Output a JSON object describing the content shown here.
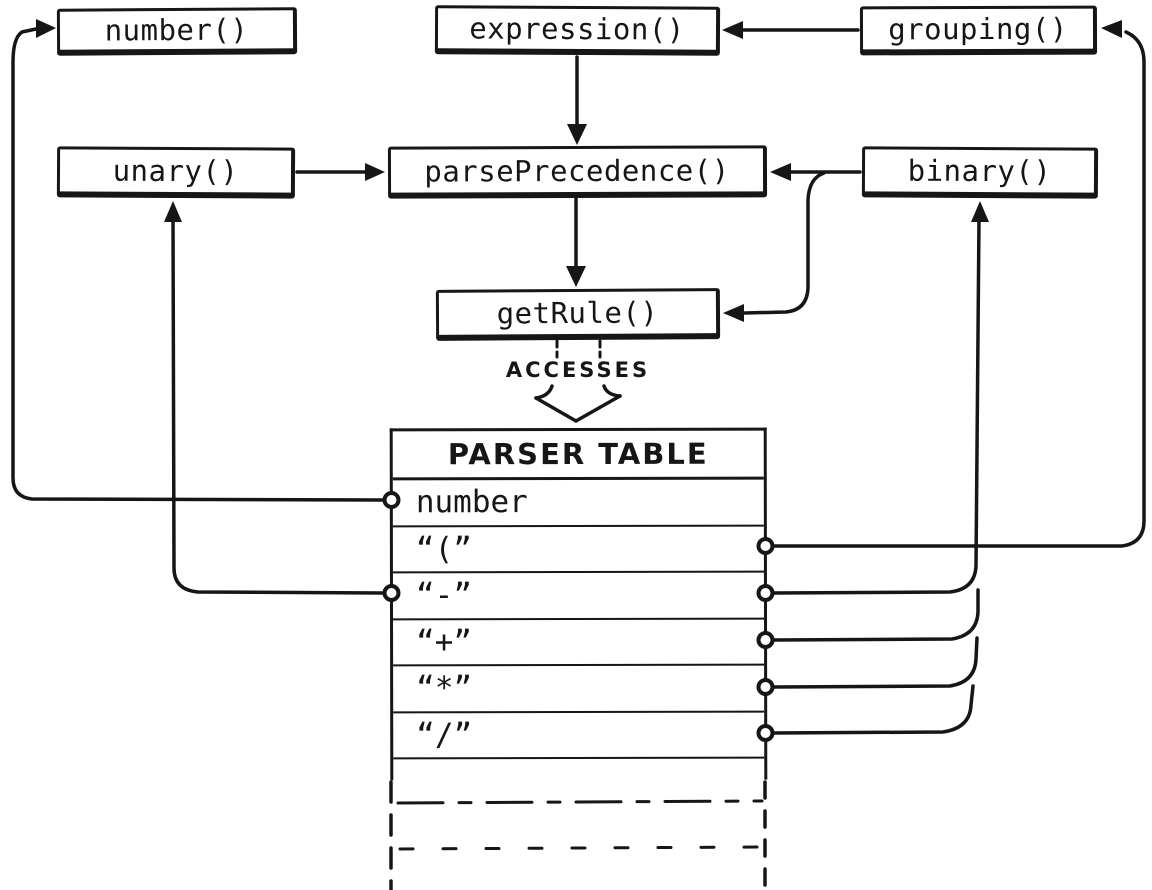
{
  "colors": {
    "ink": "#161616",
    "paper": "#ffffff"
  },
  "nodes": {
    "number": "number()",
    "expression": "expression()",
    "grouping": "grouping()",
    "unary": "unary()",
    "parse_precedence": "parsePrecedence()",
    "binary": "binary()",
    "get_rule": "getRule()"
  },
  "accesses": "ACCESSES",
  "table": {
    "title": "PARSER TABLE",
    "rows": [
      {
        "label": "number",
        "left_link": "number()",
        "right_link": null
      },
      {
        "label": "“(”",
        "left_link": null,
        "right_link": "grouping()"
      },
      {
        "label": "“-”",
        "left_link": "unary()",
        "right_link": "binary()"
      },
      {
        "label": "“+”",
        "left_link": null,
        "right_link": "binary()"
      },
      {
        "label": "“*”",
        "left_link": null,
        "right_link": "binary()"
      },
      {
        "label": "“/”",
        "left_link": null,
        "right_link": "binary()"
      }
    ]
  },
  "edges": [
    {
      "from": "grouping()",
      "to": "expression()"
    },
    {
      "from": "expression()",
      "to": "parsePrecedence()"
    },
    {
      "from": "unary()",
      "to": "parsePrecedence()"
    },
    {
      "from": "binary()",
      "to": "parsePrecedence()"
    },
    {
      "from": "binary()",
      "to": "getRule()"
    },
    {
      "from": "parsePrecedence()",
      "to": "getRule()"
    },
    {
      "from": "getRule()",
      "to": "PARSER TABLE",
      "label": "ACCESSES"
    },
    {
      "from": "PARSER TABLE number",
      "to": "number()"
    },
    {
      "from": "PARSER TABLE “(”",
      "to": "grouping()"
    },
    {
      "from": "PARSER TABLE “-”",
      "to": "unary()"
    },
    {
      "from": "PARSER TABLE “-”",
      "to": "binary()"
    },
    {
      "from": "PARSER TABLE “+”",
      "to": "binary()"
    },
    {
      "from": "PARSER TABLE “*”",
      "to": "binary()"
    },
    {
      "from": "PARSER TABLE “/”",
      "to": "binary()"
    }
  ]
}
